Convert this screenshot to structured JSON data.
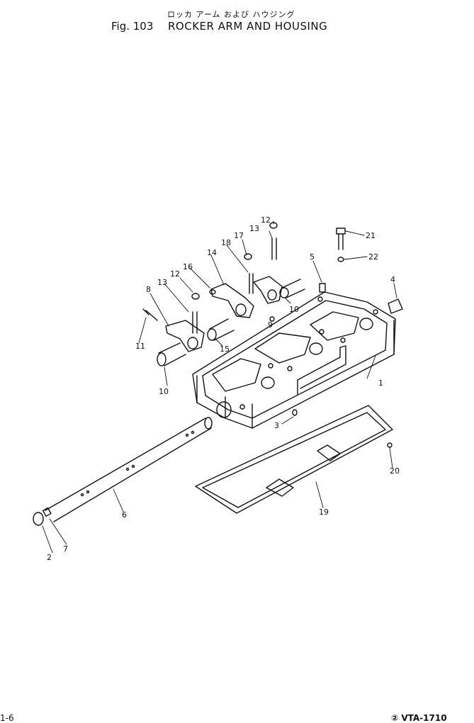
{
  "header": {
    "subtitle_jp": "ロッカ アーム および ハウジング",
    "fig_number": "Fig. 103",
    "title": "ROCKER ARM AND HOUSING"
  },
  "callouts": [
    "1",
    "2",
    "3",
    "4",
    "5",
    "6",
    "7",
    "8",
    "9",
    "10",
    "10",
    "11",
    "12",
    "12",
    "13",
    "13",
    "14",
    "15",
    "16",
    "17",
    "18",
    "19",
    "20",
    "21",
    "22"
  ],
  "footer": {
    "page": "1-6",
    "code": "② VTA-1710"
  }
}
